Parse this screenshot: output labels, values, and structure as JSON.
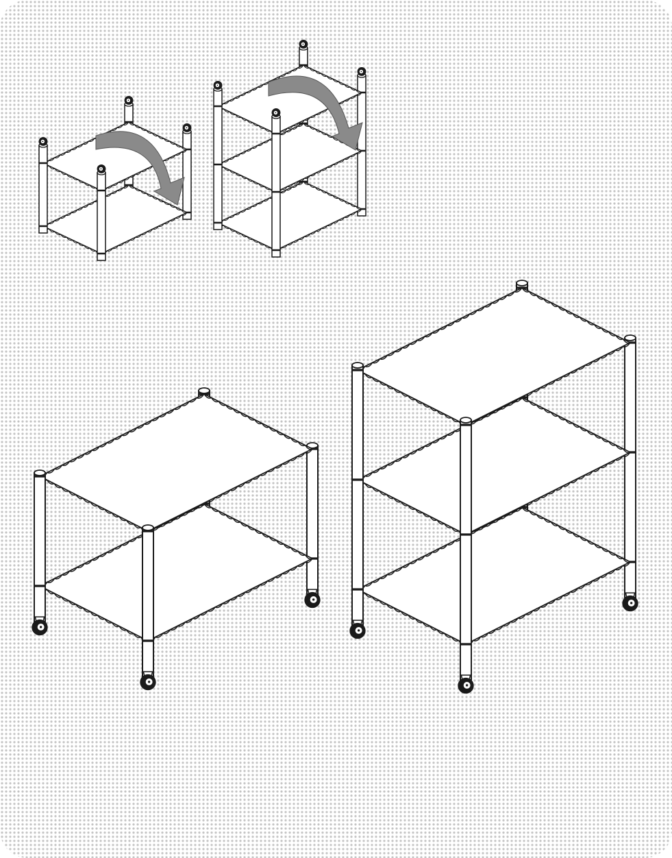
{
  "diagram": {
    "kind": "assembly-instruction",
    "step_labels": [],
    "panels": [
      {
        "id": "step-flip-2-tier",
        "shelf_count": 2,
        "view": "upside-down",
        "arrow": "flip",
        "has_casters": true
      },
      {
        "id": "step-flip-3-tier",
        "shelf_count": 3,
        "view": "upside-down",
        "arrow": "flip",
        "has_casters": true
      },
      {
        "id": "result-2-tier",
        "shelf_count": 2,
        "view": "upright",
        "arrow": "none",
        "has_casters": true
      },
      {
        "id": "result-3-tier",
        "shelf_count": 3,
        "view": "upright",
        "arrow": "none",
        "has_casters": true
      }
    ]
  },
  "colors": {
    "background_dots": "#c4c4c4",
    "background": "#ffffff",
    "line": "#1a1a1a",
    "arrow_fill": "#8a8a8a",
    "shelf_fill": "#ffffff",
    "caster_fill": "#1a1a1a"
  },
  "icons": {
    "flip_arrow": "curved-arrow-icon",
    "caster": "caster-wheel-icon"
  }
}
